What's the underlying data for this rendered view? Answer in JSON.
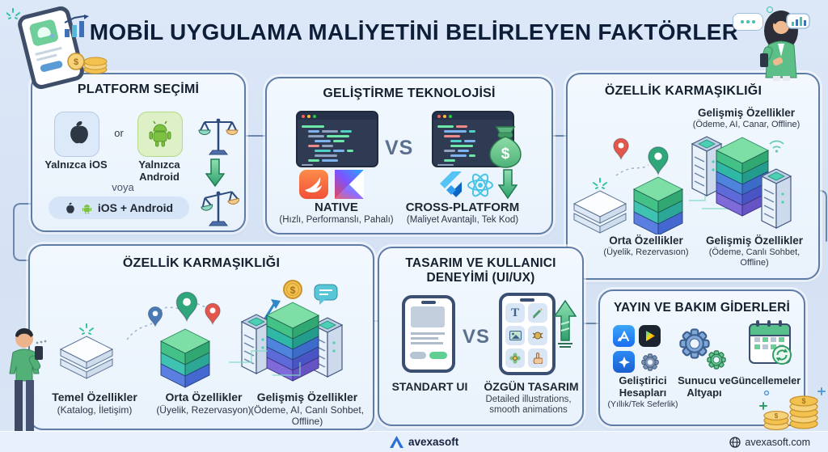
{
  "header": {
    "title": "MOBİL UYGULAMA MALİYETİNİ BELİRLEYEN FAKTÖRLER"
  },
  "cards": {
    "platform": {
      "title": "PLATFORM SEÇİMİ",
      "or_label": "or",
      "ios_label": "Yalnızca iOS",
      "android_label": "Yalnızca Android",
      "veya_label": "voya",
      "combo_label": "iOS + Android"
    },
    "technology": {
      "title": "GELİŞTİRME TEKNOLOJİSİ",
      "vs_label": "VS",
      "native_title": "NATIVE",
      "native_sub": "(Hızlı, Performanslı, Pahalı)",
      "cross_title": "CROSS-PLATFORM",
      "cross_sub": "(Maliyet Avantajlı, Tek Kod)"
    },
    "complexity_top": {
      "title": "ÖZELLİK KARMAŞIKLIĞI",
      "callout_title": "Gelişmiş Özellikler",
      "callout_sub": "(Ödeme, AI, Canar, Offline)",
      "mid_title": "Orta Özellikler",
      "mid_sub": "(Üyelik, Rezervasıon)",
      "advanced_title": "Gelişmiş Özellikler",
      "advanced_sub": "(Ödeme, Canlı Sohbet, Offline)"
    },
    "complexity_bottom": {
      "title": "ÖZELLİK KARMAŞIKLIĞI",
      "basic_title": "Temel Özellikler",
      "basic_sub": "(Katalog, İletişim)",
      "mid_title": "Orta Özellikler",
      "mid_sub": "(Üyelik, Rezervasyon)",
      "advanced_title": "Gelişmiş Özellikler",
      "advanced_sub": "(Ödeme, AI, Canlı Sohbet, Offline)"
    },
    "design": {
      "title_line1": "TASARIM VE KULLANICI",
      "title_line2": "DENEYİMİ (UI/UX)",
      "vs_label": "VS",
      "standard_label": "STANDART UI",
      "custom_label": "ÖZGÜN TASARIM",
      "custom_sub_line1": "Detailed illustrations,",
      "custom_sub_line2": "smooth animations"
    },
    "maintenance": {
      "title": "YAYIN VE BAKIM GİDERLERİ",
      "dev_title": "Geliştirici Hesapları",
      "dev_sub": "(Yıllık/Tek Seferlik)",
      "server_title": "Sunucu ve Altyapı",
      "updates_title": "Güncellemeler"
    }
  },
  "footer": {
    "brand": "avexasoft",
    "website": "avexasoft.com"
  },
  "glyphs": {
    "dollar": "$",
    "letter_t": "T"
  },
  "colors": {
    "background": "#d8e4f4",
    "card_border": "#5f7ca6",
    "title_text": "#0f1e38",
    "accent_green": "#34b77c",
    "swift_orange": "#f05138",
    "react_cyan": "#61dafb",
    "flutter_blue": "#47c5fb",
    "coin_gold": "#f2c14e"
  }
}
